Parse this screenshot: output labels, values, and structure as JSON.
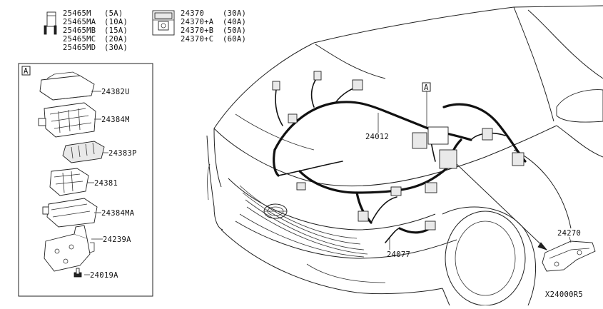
{
  "fuses_small": [
    {
      "part": "25465M",
      "rating": "(5A)"
    },
    {
      "part": "25465MA",
      "rating": "(10A)"
    },
    {
      "part": "25465MB",
      "rating": "(15A)"
    },
    {
      "part": "25465MC",
      "rating": "(20A)"
    },
    {
      "part": "25465MD",
      "rating": "(30A)"
    }
  ],
  "fuses_large": [
    {
      "part": "24370",
      "rating": "(30A)"
    },
    {
      "part": "24370+A",
      "rating": "(40A)"
    },
    {
      "part": "24370+B",
      "rating": "(50A)"
    },
    {
      "part": "24370+C",
      "rating": "(60A)"
    }
  ],
  "box_marker": "A",
  "box_parts": [
    "24382U",
    "24384M",
    "24383P",
    "24381",
    "24384MA",
    "24239A",
    "24019A"
  ],
  "engine_parts": {
    "main_harness": "24012",
    "sub_harness": "24077",
    "bracket": "24270",
    "detail_marker": "A"
  },
  "diagram_code": "X24000R5"
}
